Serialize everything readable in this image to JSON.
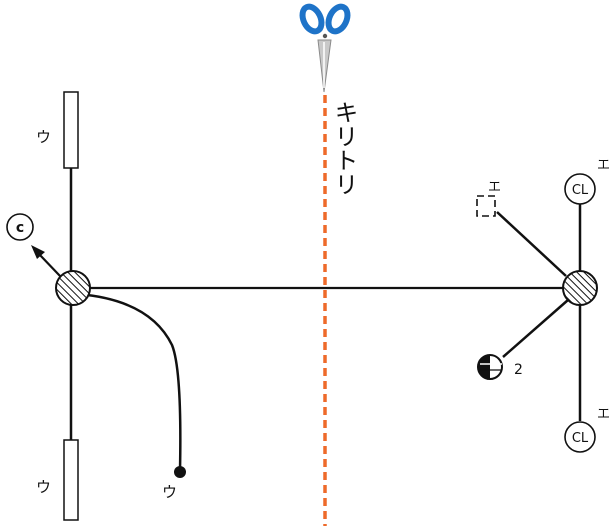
{
  "cut_line": {
    "label": "キリトリ",
    "color": "#ee6a2a",
    "scissors_color": "#1e73c8"
  },
  "labels": {
    "bar_top": "ウ",
    "bar_bottom": "ウ",
    "cable_end": "ウ",
    "arrow_target": "c",
    "square_tag": "エ",
    "cl_top_tag": "エ",
    "cl_bottom_tag": "エ",
    "cl_top": "CL",
    "cl_bottom": "CL",
    "connector_number": "2"
  }
}
